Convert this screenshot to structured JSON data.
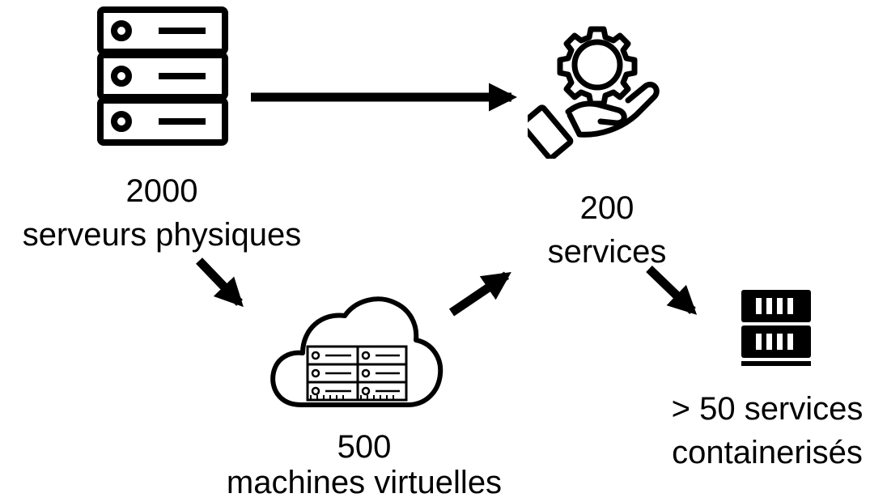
{
  "diagram": {
    "nodes": {
      "physical_servers": {
        "count": "2000",
        "label": "serveurs physiques",
        "icon": "server-rack-icon"
      },
      "services": {
        "count": "200",
        "label": "services",
        "icon": "gear-hand-icon"
      },
      "virtual_machines": {
        "count": "500",
        "label": "machines virtuelles",
        "icon": "cloud-servers-icon"
      },
      "containerized": {
        "count": "> 50 services",
        "label": "containerisés",
        "icon": "container-server-icon"
      }
    },
    "edges": [
      {
        "from": "physical_servers",
        "to": "services"
      },
      {
        "from": "physical_servers",
        "to": "virtual_machines"
      },
      {
        "from": "virtual_machines",
        "to": "services"
      },
      {
        "from": "services",
        "to": "containerized"
      }
    ],
    "colors": {
      "stroke": "#000000",
      "background": "#ffffff"
    }
  }
}
